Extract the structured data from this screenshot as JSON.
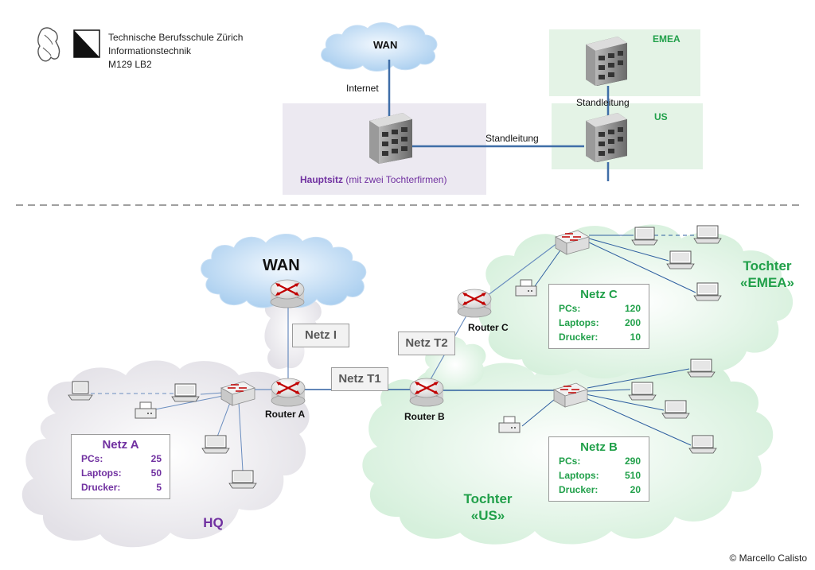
{
  "header": {
    "school": "Technische Berufsschule Zürich",
    "department": "Informationstechnik",
    "course": "M129 LB2"
  },
  "overview": {
    "wan": "WAN",
    "internet": "Internet",
    "standleitung_main": "Standleitung",
    "standleitung_vertical": "Standleitung",
    "emea": "EMEA",
    "us": "US",
    "hauptsitz_bold": "Hauptsitz",
    "hauptsitz_rest": "(mit zwei Tochterfirmen)"
  },
  "network": {
    "wan": "WAN",
    "netz_i": "Netz I",
    "netz_t1": "Netz T1",
    "netz_t2": "Netz T2",
    "router_a": "Router A",
    "router_b": "Router B",
    "router_c": "Router C",
    "hq": "HQ",
    "tochter_emea": "Tochter\n«EMEA»",
    "tochter_us": "Tochter\n«US»",
    "netz_a": {
      "title": "Netz A",
      "rows": [
        {
          "label": "PCs:",
          "value": "25"
        },
        {
          "label": "Laptops:",
          "value": "50"
        },
        {
          "label": "Drucker:",
          "value": "5"
        }
      ]
    },
    "netz_b": {
      "title": "Netz B",
      "rows": [
        {
          "label": "PCs:",
          "value": "290"
        },
        {
          "label": "Laptops:",
          "value": "510"
        },
        {
          "label": "Drucker:",
          "value": "20"
        }
      ]
    },
    "netz_c": {
      "title": "Netz C",
      "rows": [
        {
          "label": "PCs:",
          "value": "120"
        },
        {
          "label": "Laptops:",
          "value": "200"
        },
        {
          "label": "Drucker:",
          "value": "10"
        }
      ]
    }
  },
  "credit": "© Marcello Calisto",
  "colors": {
    "hq_purple": "#7030a0",
    "subsidiary_green": "#21a04a",
    "link_blue": "#3f6ea8",
    "cloud_blue": "#a9ceef"
  }
}
